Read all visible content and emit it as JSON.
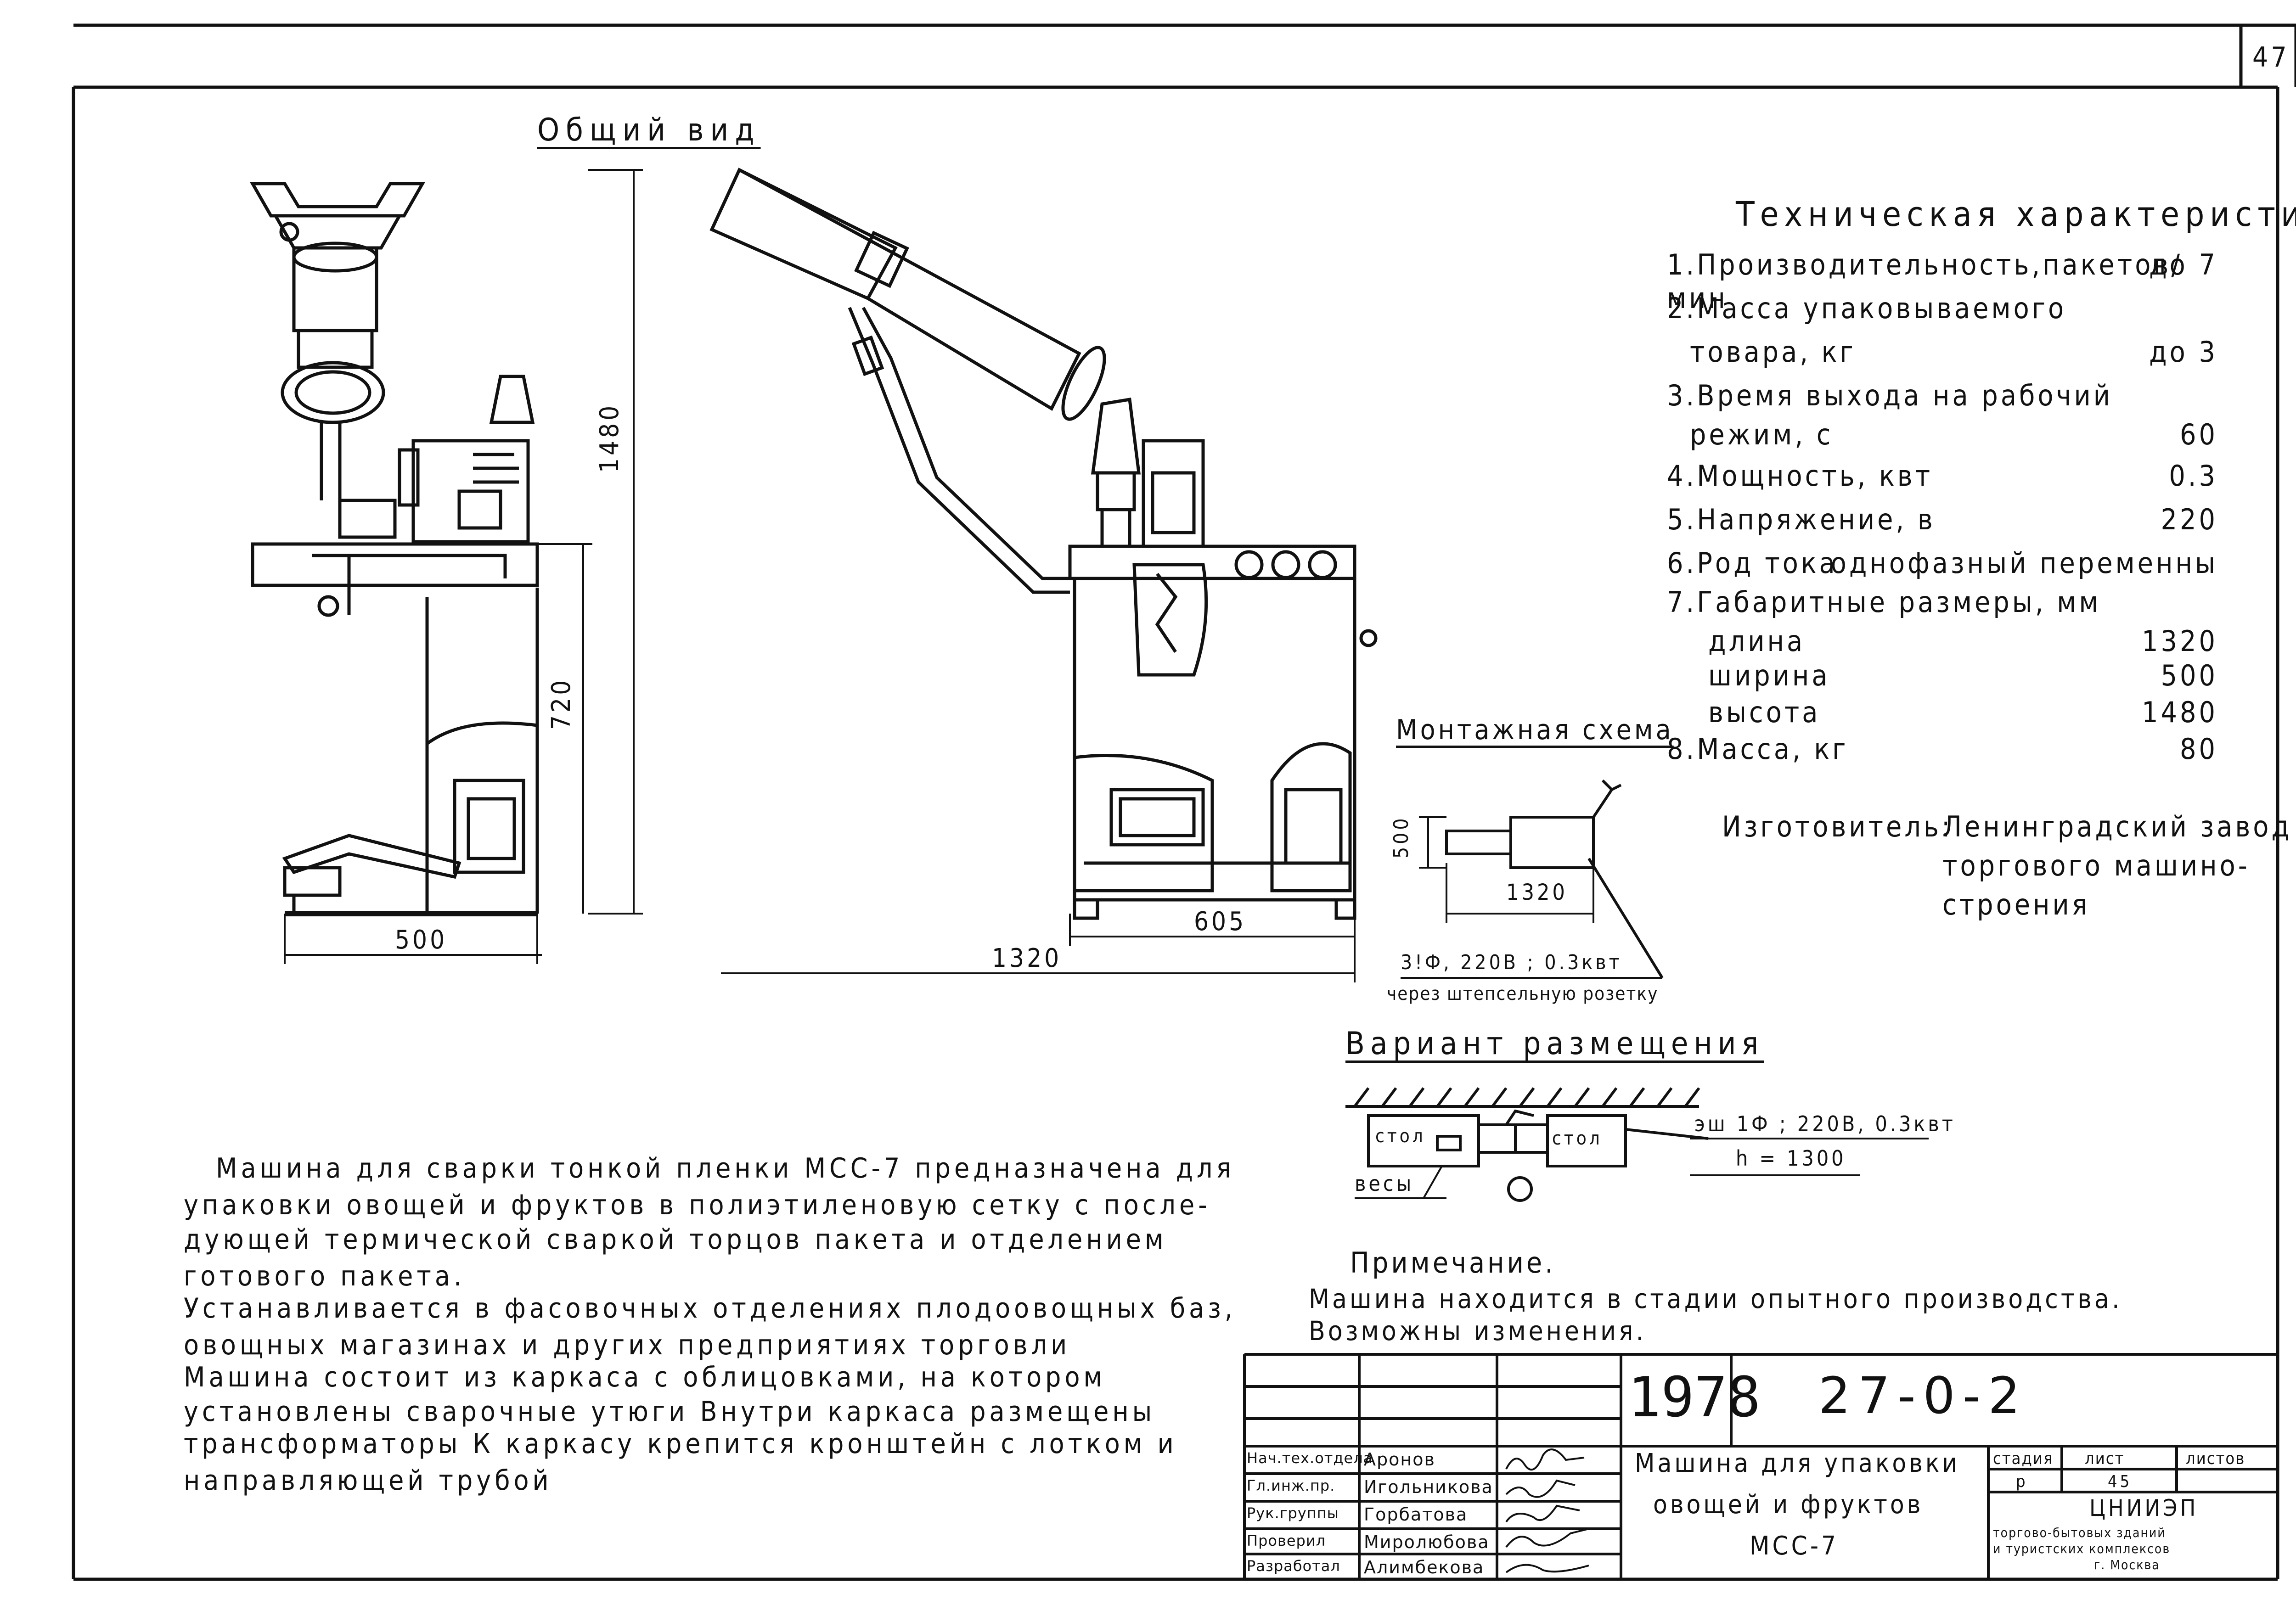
{
  "sheet_number": "47",
  "general_view_title": "Общий вид",
  "dimensions": {
    "height_total": "1480",
    "height_table": "720",
    "width_front": "500",
    "length_side": "1320",
    "length_body": "605"
  },
  "specs": {
    "title": "Техническая характеристика",
    "rows": [
      {
        "label": "1.Производительность,пакетов/мин",
        "value": "до 7"
      },
      {
        "label": "2.Масса упаковываемого",
        "value": ""
      },
      {
        "label": "товара, кг",
        "value": "до 3"
      },
      {
        "label": "3.Время выхода на рабочий",
        "value": ""
      },
      {
        "label": "режим, с",
        "value": "60"
      },
      {
        "label": "4.Мощность, квт",
        "value": "0.3"
      },
      {
        "label": "5.Напряжение, в",
        "value": "220"
      },
      {
        "label": "6.Род тока",
        "value": "однофазный переменны"
      },
      {
        "label": "7.Габаритные размеры, мм",
        "value": ""
      },
      {
        "label": "длина",
        "value": "1320"
      },
      {
        "label": "ширина",
        "value": "500"
      },
      {
        "label": "высота",
        "value": "1480"
      },
      {
        "label": "8.Масса, кг",
        "value": "80"
      }
    ]
  },
  "manufacturer": {
    "label": "Изготовитель:",
    "lines": [
      "Ленинградский завод",
      "торгового машино-",
      "строения"
    ]
  },
  "montage": {
    "title": "Монтажная схема",
    "dim_h": "500",
    "dim_w": "1320",
    "power_line1": "3!Ф, 220В ; 0.3квт",
    "power_line2": "через штепсельную розетку"
  },
  "placement": {
    "title": "Вариант размещения",
    "table1": "стол",
    "table2": "стол",
    "scales": "весы",
    "power": "эш 1Ф ; 220В, 0.3квт",
    "height": "h = 1300"
  },
  "description": [
    "Машина для сварки тонкой пленки МСС-7 предназначена для",
    "упаковки овощей и фруктов в полиэтиленовую сетку с после-",
    "дующей термической сваркой торцов пакета и отделением",
    "готового пакета.",
    "  Устанавливается в фасовочных отделениях плодоовощных баз,",
    "овощных магазинах и других предприятиях торговли",
    "  Машина состоит из каркаса с облицовками, на котором",
    "установлены сварочные утюги Внутри каркаса размещены",
    "трансформаторы К каркасу крепится кронштейн с лотком и",
    "направляющей трубой"
  ],
  "note": {
    "title": "Примечание.",
    "lines": [
      "Машина находится в стадии опытного производства.",
      "Возможны изменения."
    ]
  },
  "title_block": {
    "year": "1978",
    "code": "27-0-2",
    "product": [
      "Машина для упаковки",
      "овощей и фруктов",
      "МСС-7"
    ],
    "stage_header": "стадия",
    "sheet_header": "лист",
    "sheets_header": "листов",
    "stage": "р",
    "sheet": "45",
    "sheets": "",
    "org": "ЦНИИЭП",
    "org_lines": [
      "торгово-бытовых зданий",
      "и туристских комплексов",
      "г. Москва"
    ],
    "people": [
      {
        "role": "Нач.тех.отдела",
        "name": "Аронов"
      },
      {
        "role": "Гл.инж.пр.",
        "name": "Игольникова"
      },
      {
        "role": "Рук.группы",
        "name": "Горбатова"
      },
      {
        "role": "Проверил",
        "name": "Миролюбова"
      },
      {
        "role": "Разработал",
        "name": "Алимбекова"
      }
    ]
  }
}
